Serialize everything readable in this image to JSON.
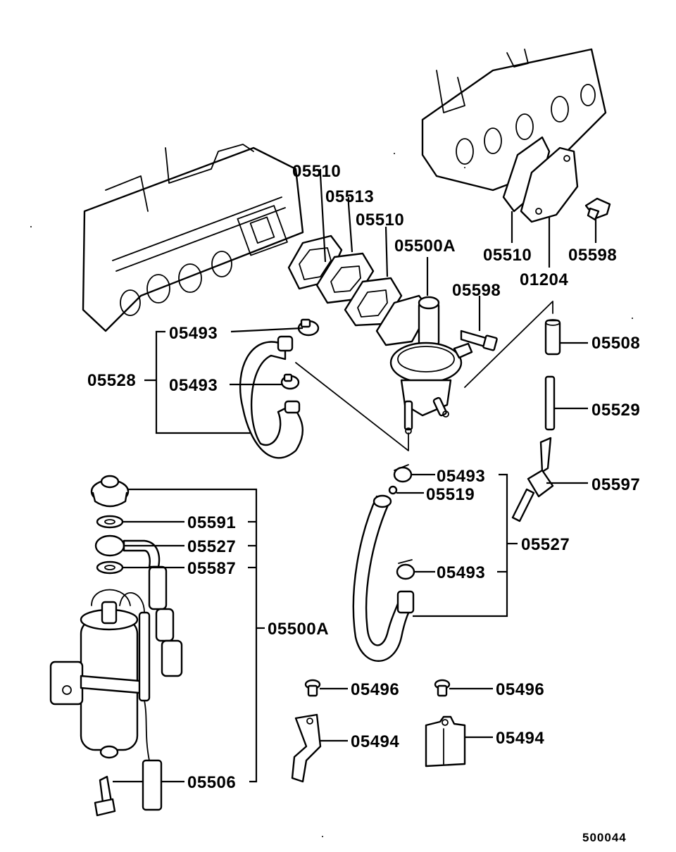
{
  "diagram": {
    "reference_number": "500044",
    "callouts": {
      "gasket_left_top": "05510",
      "spacer": "05513",
      "gasket_left_mid": "05510",
      "fuel_pump_mech": "05500A",
      "gasket_right": "05510",
      "bolt_right_top": "05598",
      "cover_plate": "01204",
      "bolt_pump": "05598",
      "clamp_top": "05493",
      "hose_assy_left": "05528",
      "clamp_mid": "05493",
      "hose_short_right": "05508",
      "hose_long_right": "05529",
      "clamp_center": "05493",
      "connector_right": "05597",
      "washer_small": "05519",
      "hose_assy_center": "05527",
      "clamp_center_low": "05493",
      "regulator_washer": "05591",
      "eye_joint": "05527",
      "washer_lower": "05587",
      "fuel_pump_elec": "05500A",
      "wire_connector": "05506",
      "screw_left": "05496",
      "screw_right": "05496",
      "bracket_left": "05494",
      "bracket_right": "05494"
    }
  }
}
